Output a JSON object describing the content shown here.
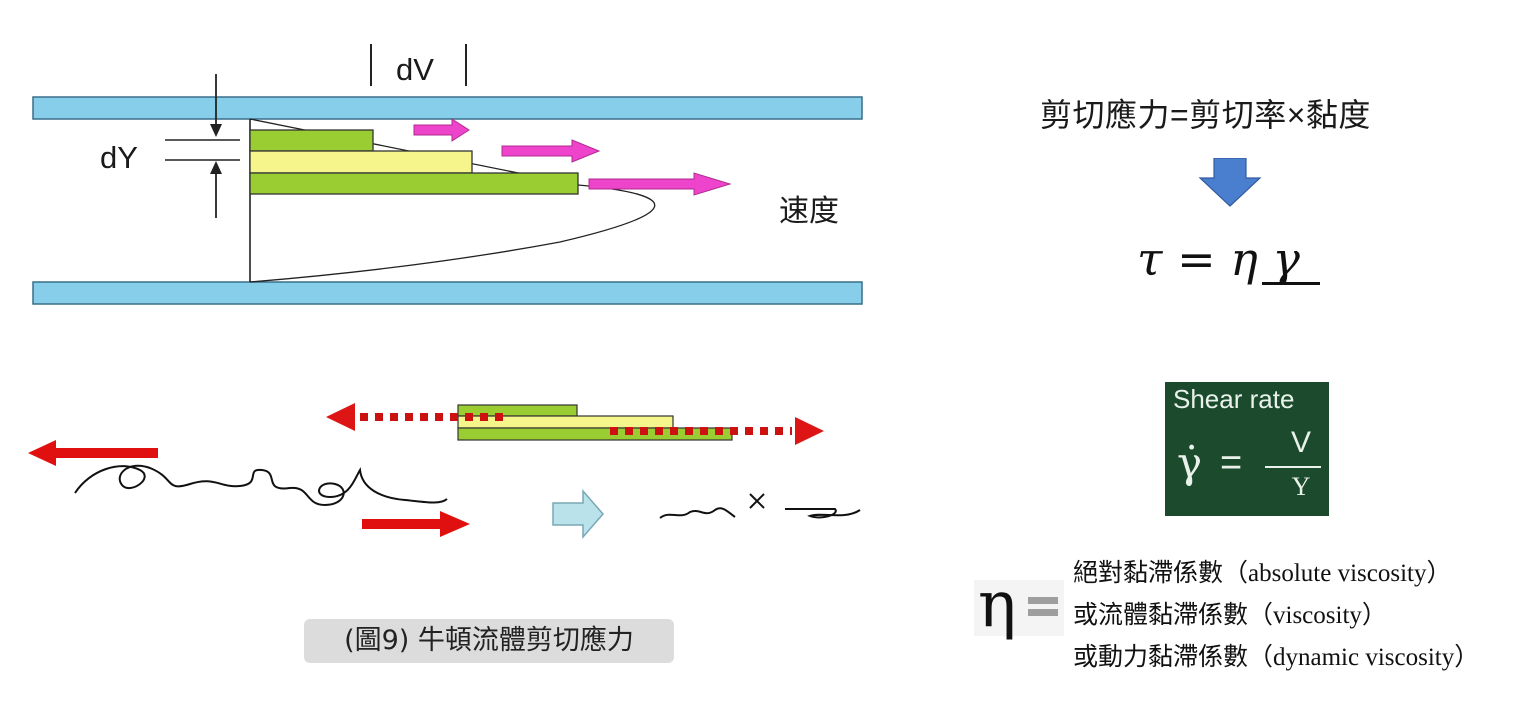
{
  "diagram": {
    "label_dv": "dV",
    "label_dy": "dY",
    "label_speed": "速度",
    "caption": "(圖9)  牛頓流體剪切應力"
  },
  "formula": {
    "text": "剪切應力=剪切率×黏度",
    "greek": "τ = η γ"
  },
  "chalkboard": {
    "title": "Shear rate",
    "symbol": "γ̇",
    "equals": "=",
    "numerator": "V",
    "denominator": "Y"
  },
  "eta": {
    "symbol": "η",
    "lines": [
      "絕對黏滯係數（absolute viscosity）",
      "或流體黏滯係數（viscosity）",
      "或動力黏滯係數（dynamic viscosity）"
    ]
  },
  "colors": {
    "plate": "#87ceeb",
    "layer_green": "#9acd32",
    "layer_yellow": "#f5f58c",
    "velocity_arrow": "#ee44cc",
    "force_arrow": "#e01010",
    "down_arrow": "#4a7fd0",
    "process_arrow": "#b9e2ea"
  }
}
